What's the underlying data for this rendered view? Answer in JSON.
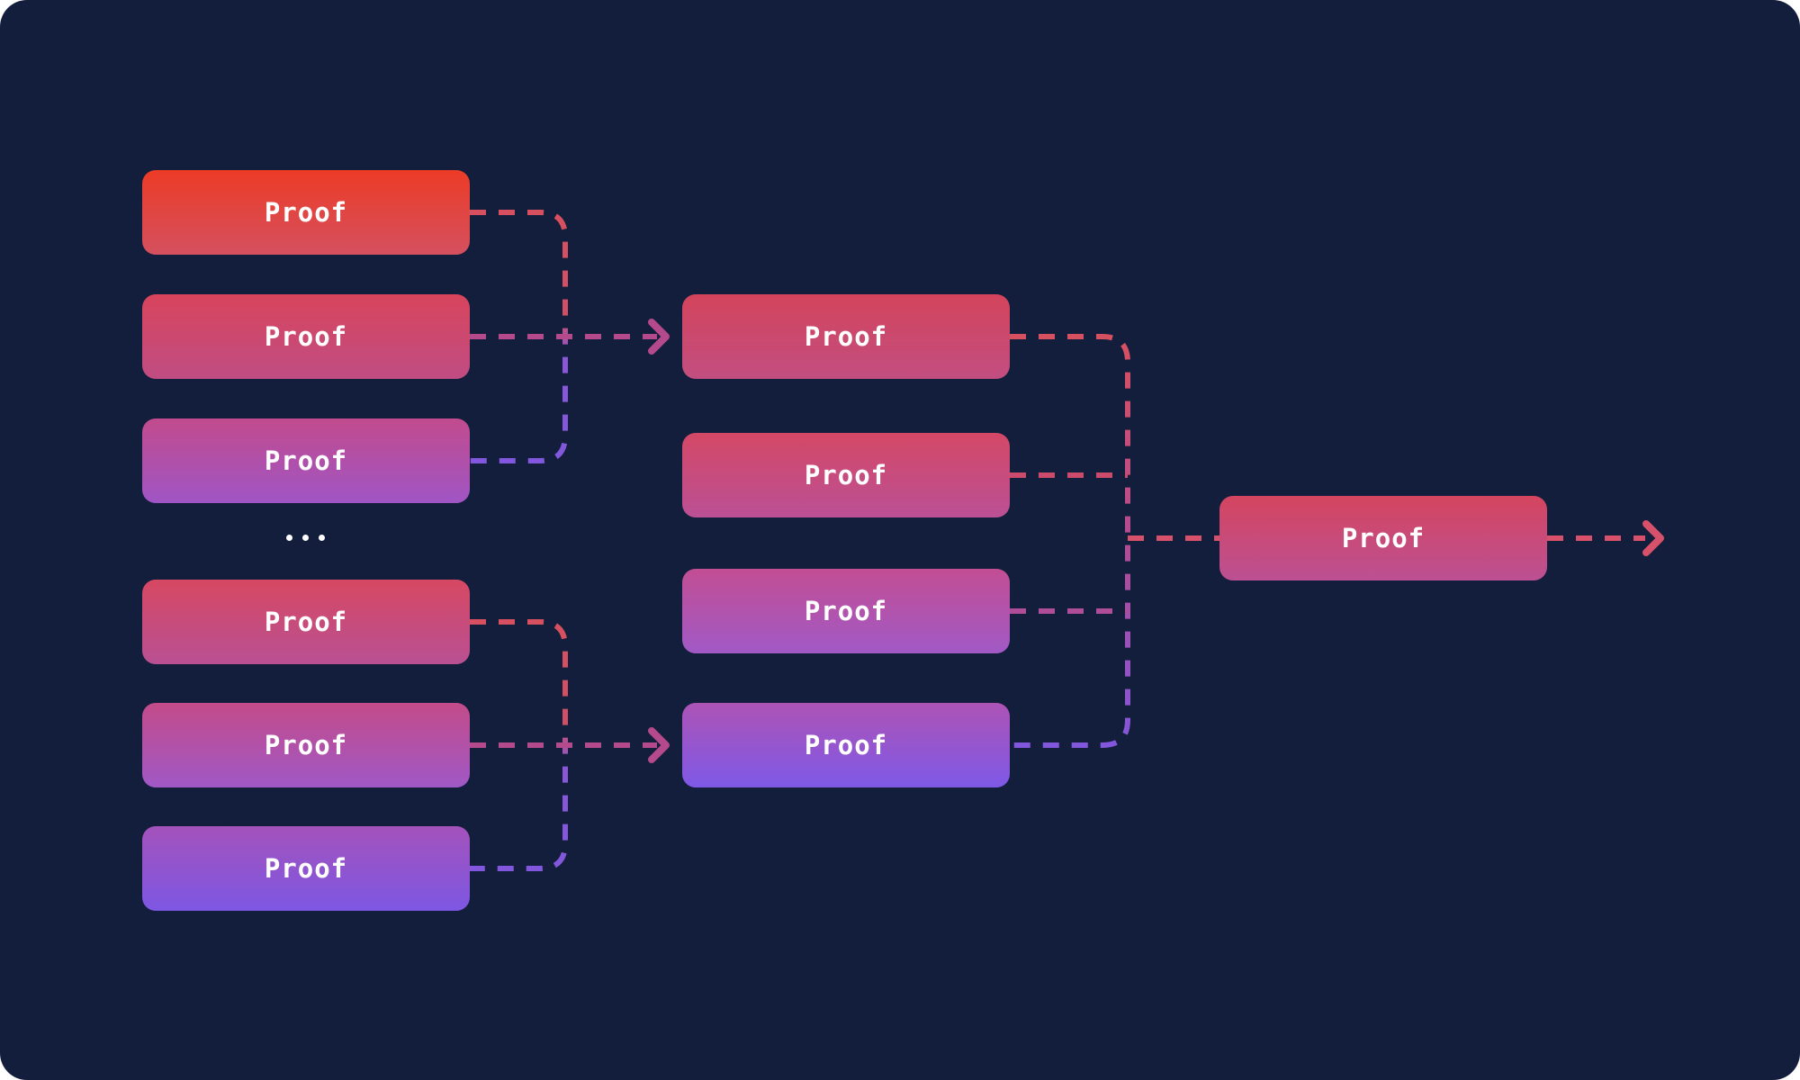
{
  "canvas": {
    "background": "#121e3b",
    "page_background": "#ffffff"
  },
  "diagram": {
    "ellipsis": "...",
    "palette": {
      "rose": "#d7505f",
      "magenta": "#b4498c",
      "violet": "#8257dd",
      "rose_mid": "#d14f66",
      "violet_mid": "#8a57d8",
      "mid_blend": "#b34c92",
      "rose_pink": "#d7516b",
      "tee_rose": "#cc4a6c",
      "tee_magenta": "#b04d99",
      "dot_color": "#ffffff",
      "text_color": "#ffffff"
    },
    "nodes": [
      {
        "id": "l1",
        "label": "Proof",
        "top": "#ec3b26",
        "bottom": "#d5505f"
      },
      {
        "id": "l2",
        "label": "Proof",
        "top": "#d8445c",
        "bottom": "#c04d83"
      },
      {
        "id": "l3",
        "label": "Proof",
        "top": "#c14b8d",
        "bottom": "#a055c5"
      },
      {
        "id": "l4",
        "label": "Proof",
        "top": "#d64862",
        "bottom": "#b95093"
      },
      {
        "id": "l5",
        "label": "Proof",
        "top": "#c34b89",
        "bottom": "#a058c6"
      },
      {
        "id": "l6",
        "label": "Proof",
        "top": "#a452bb",
        "bottom": "#7d57e3"
      },
      {
        "id": "m1",
        "label": "Proof",
        "top": "#d3445b",
        "bottom": "#c24e81"
      },
      {
        "id": "m2",
        "label": "Proof",
        "top": "#d44866",
        "bottom": "#bb5095"
      },
      {
        "id": "m3",
        "label": "Proof",
        "top": "#c24e93",
        "bottom": "#a159c6"
      },
      {
        "id": "m4",
        "label": "Proof",
        "top": "#ad53b5",
        "bottom": "#7e59e7"
      },
      {
        "id": "r1",
        "label": "Proof",
        "top": "#d4455f",
        "bottom": "#bc5093"
      }
    ]
  }
}
